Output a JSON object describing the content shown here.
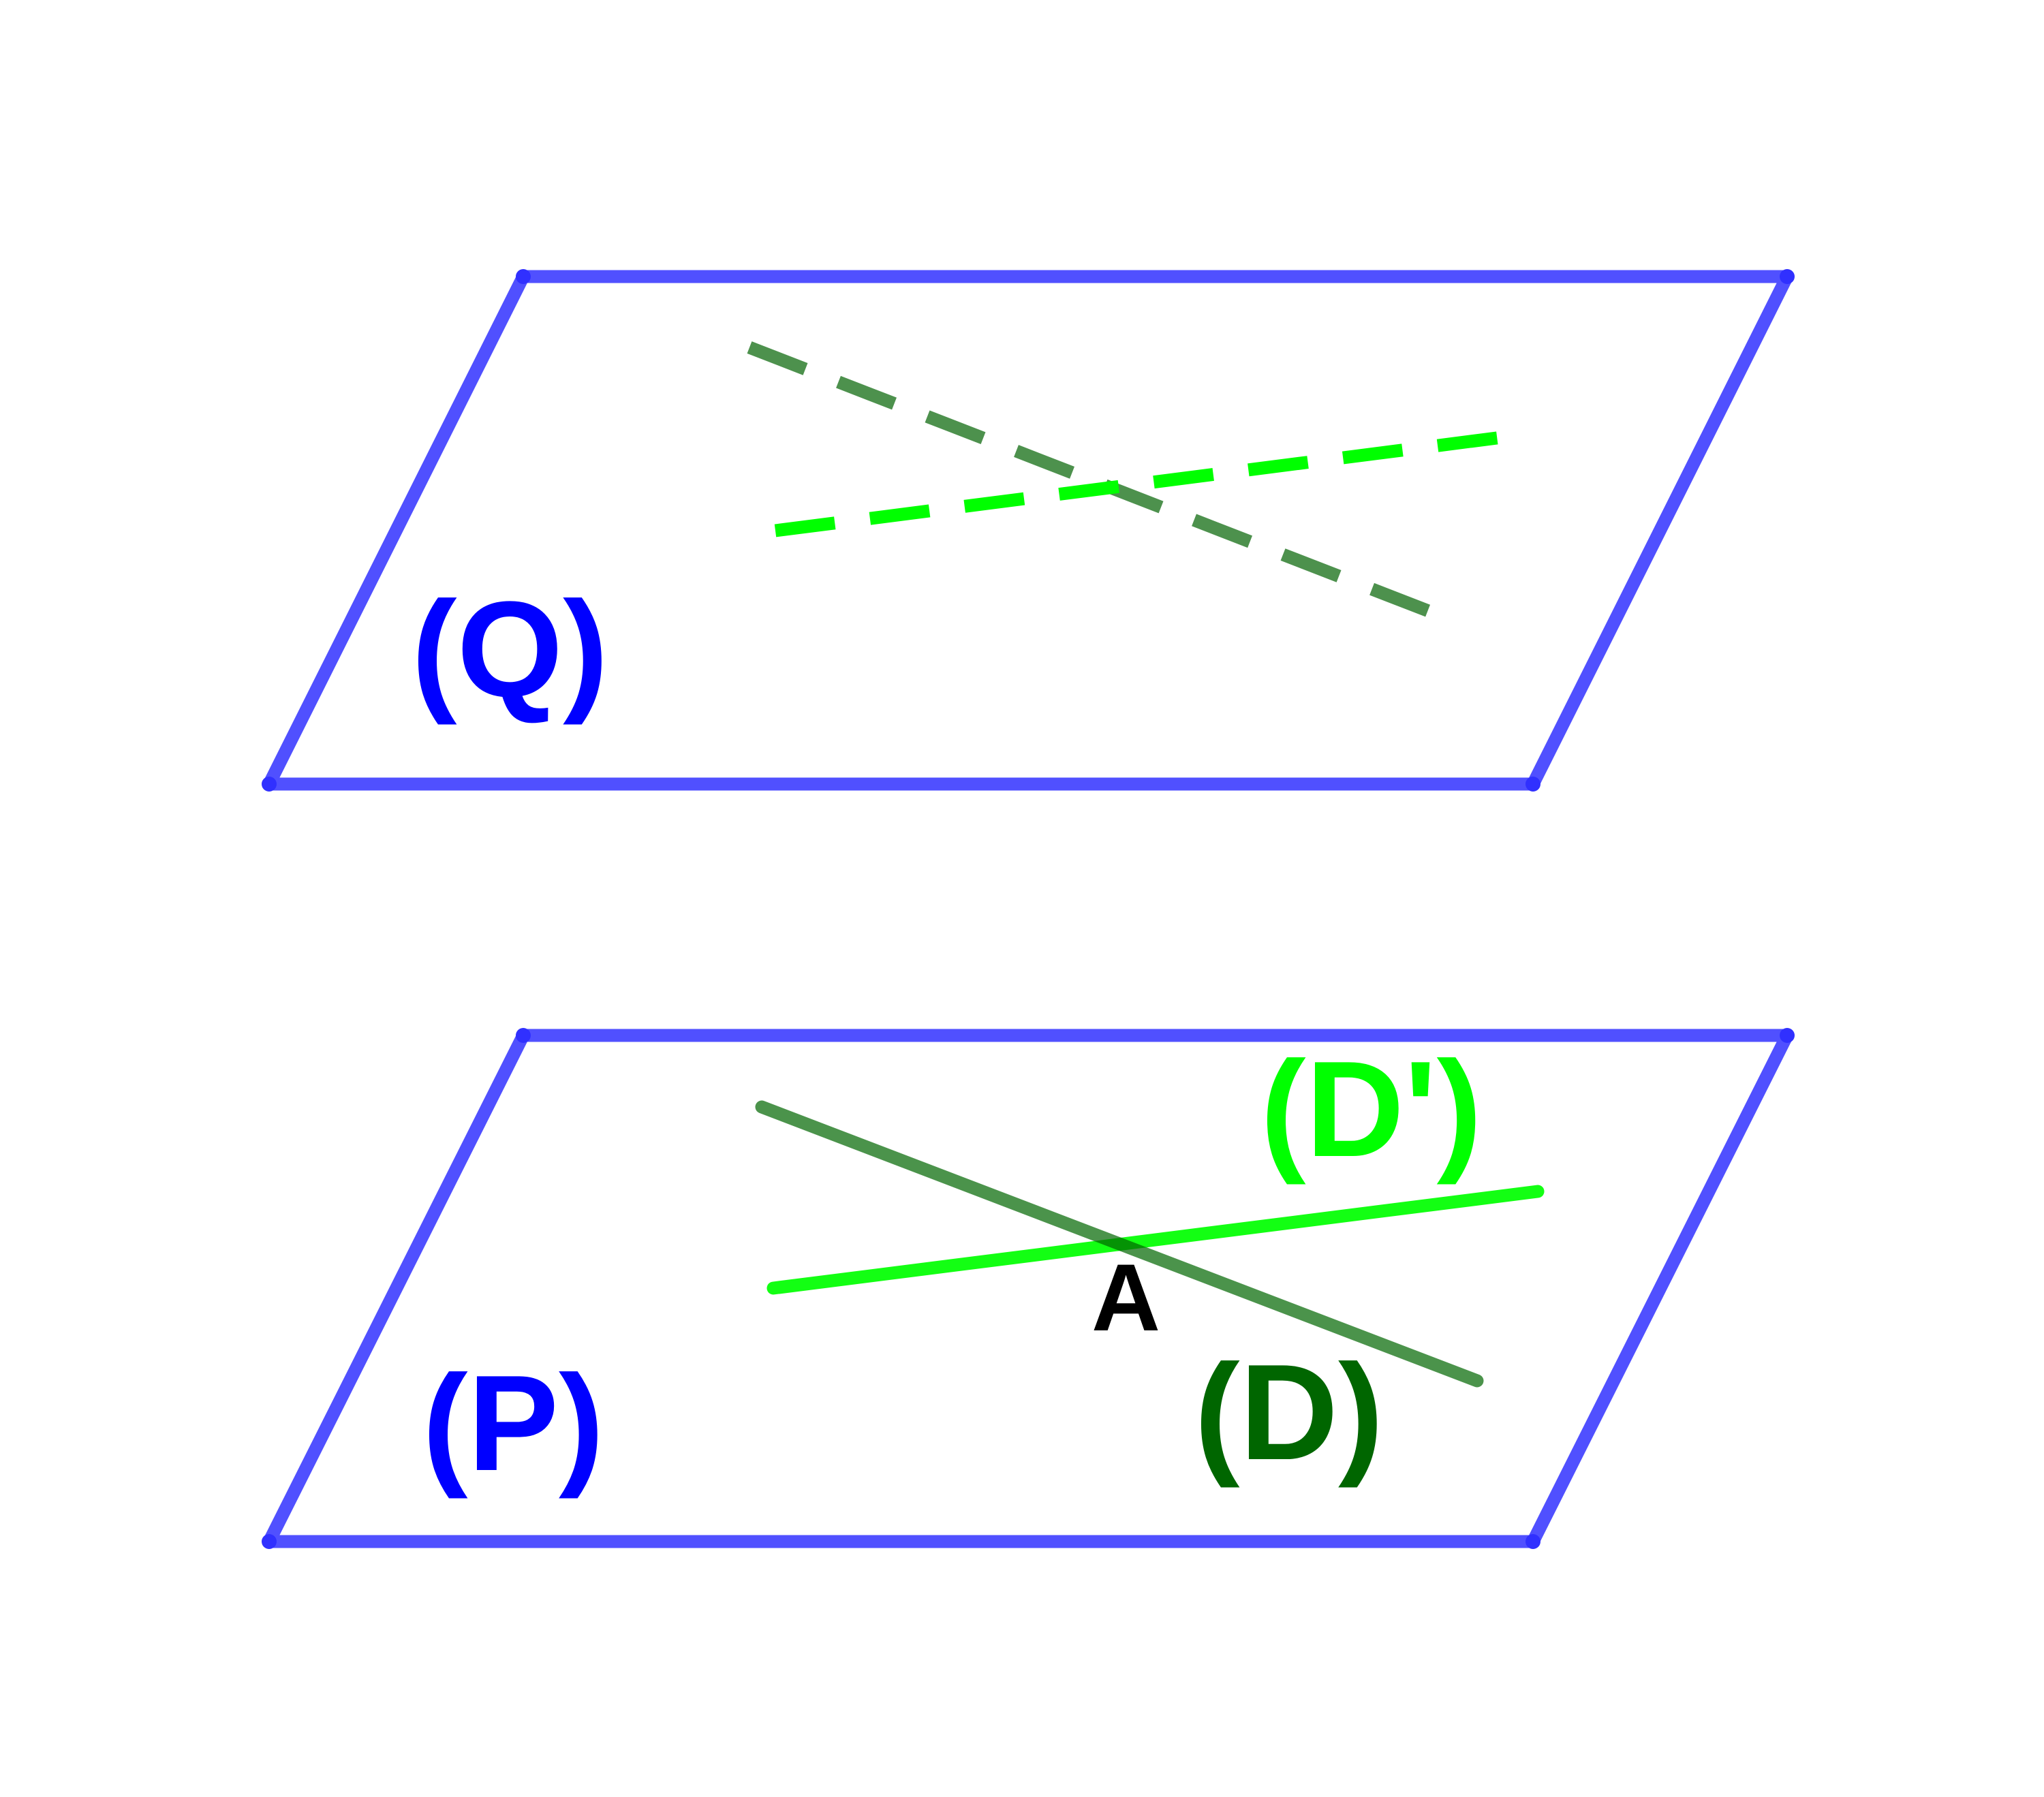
{
  "labels": {
    "plane_q": "(Q)",
    "plane_p": "(P)",
    "line_d": "(D)",
    "line_d_prime": "(D')",
    "point_a": "A"
  },
  "colors": {
    "plane": "#0000ff",
    "plane_edge": "#5050ff",
    "line_d": "#006600",
    "line_d_stroke": "#4d914d",
    "line_d_prime": "#00ff00",
    "point_a": "#000000"
  }
}
